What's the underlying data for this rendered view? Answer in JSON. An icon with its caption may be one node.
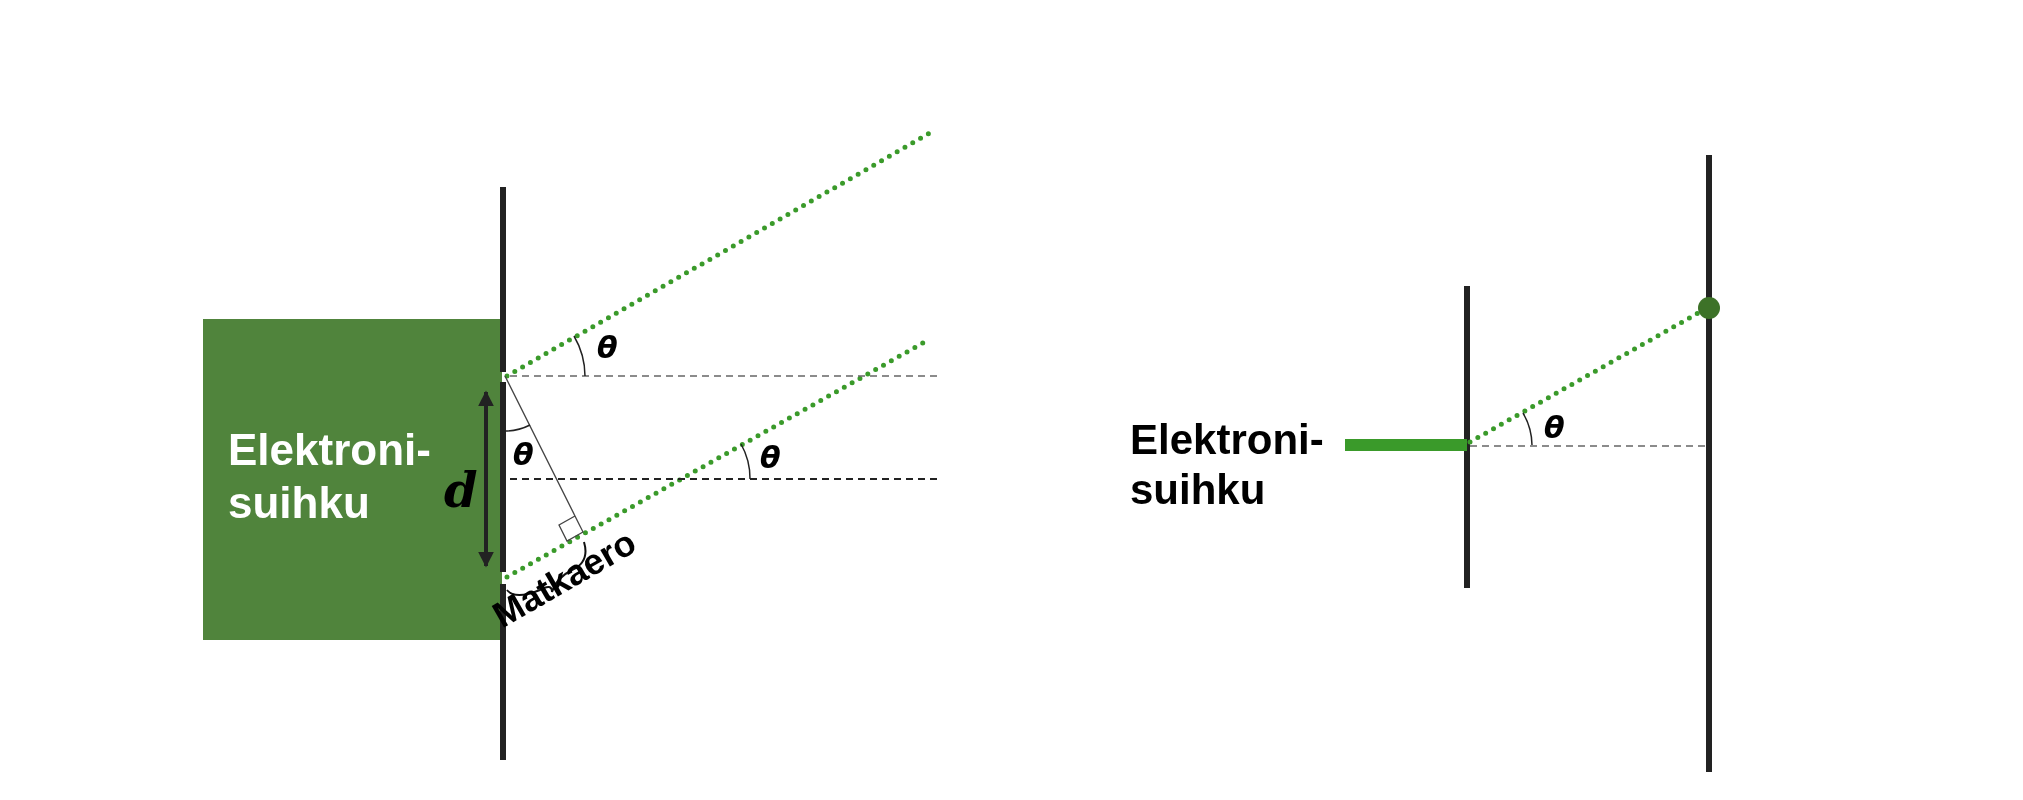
{
  "diagram": {
    "nodes": [
      {
        "text": [
          "Elektroni- suihku"
        ]
      },
      {
        "text": [
          "Elektroni- suihku"
        ]
      }
    ],
    "labels": [
      "θ",
      "θ",
      "θ",
      "d",
      "Matkaero",
      "θ"
    ]
  }
}
